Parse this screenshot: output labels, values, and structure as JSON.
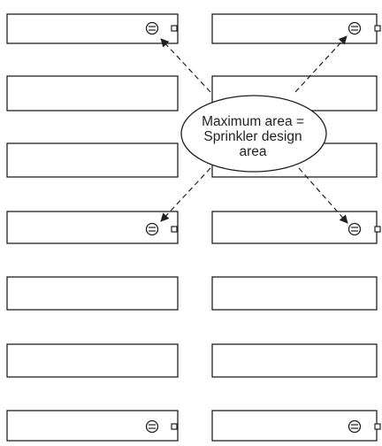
{
  "callout": {
    "lines": [
      "Maximum area =",
      "Sprinkler design",
      "area"
    ]
  },
  "layout_grid": {
    "rows": 7,
    "columns": 2
  },
  "colors": {
    "line": "#231f20",
    "background": "#ffffff"
  },
  "icons": {
    "sprinkler_head": "circle-with-two-bars-icon",
    "outlet_box": "small-square-icon"
  }
}
